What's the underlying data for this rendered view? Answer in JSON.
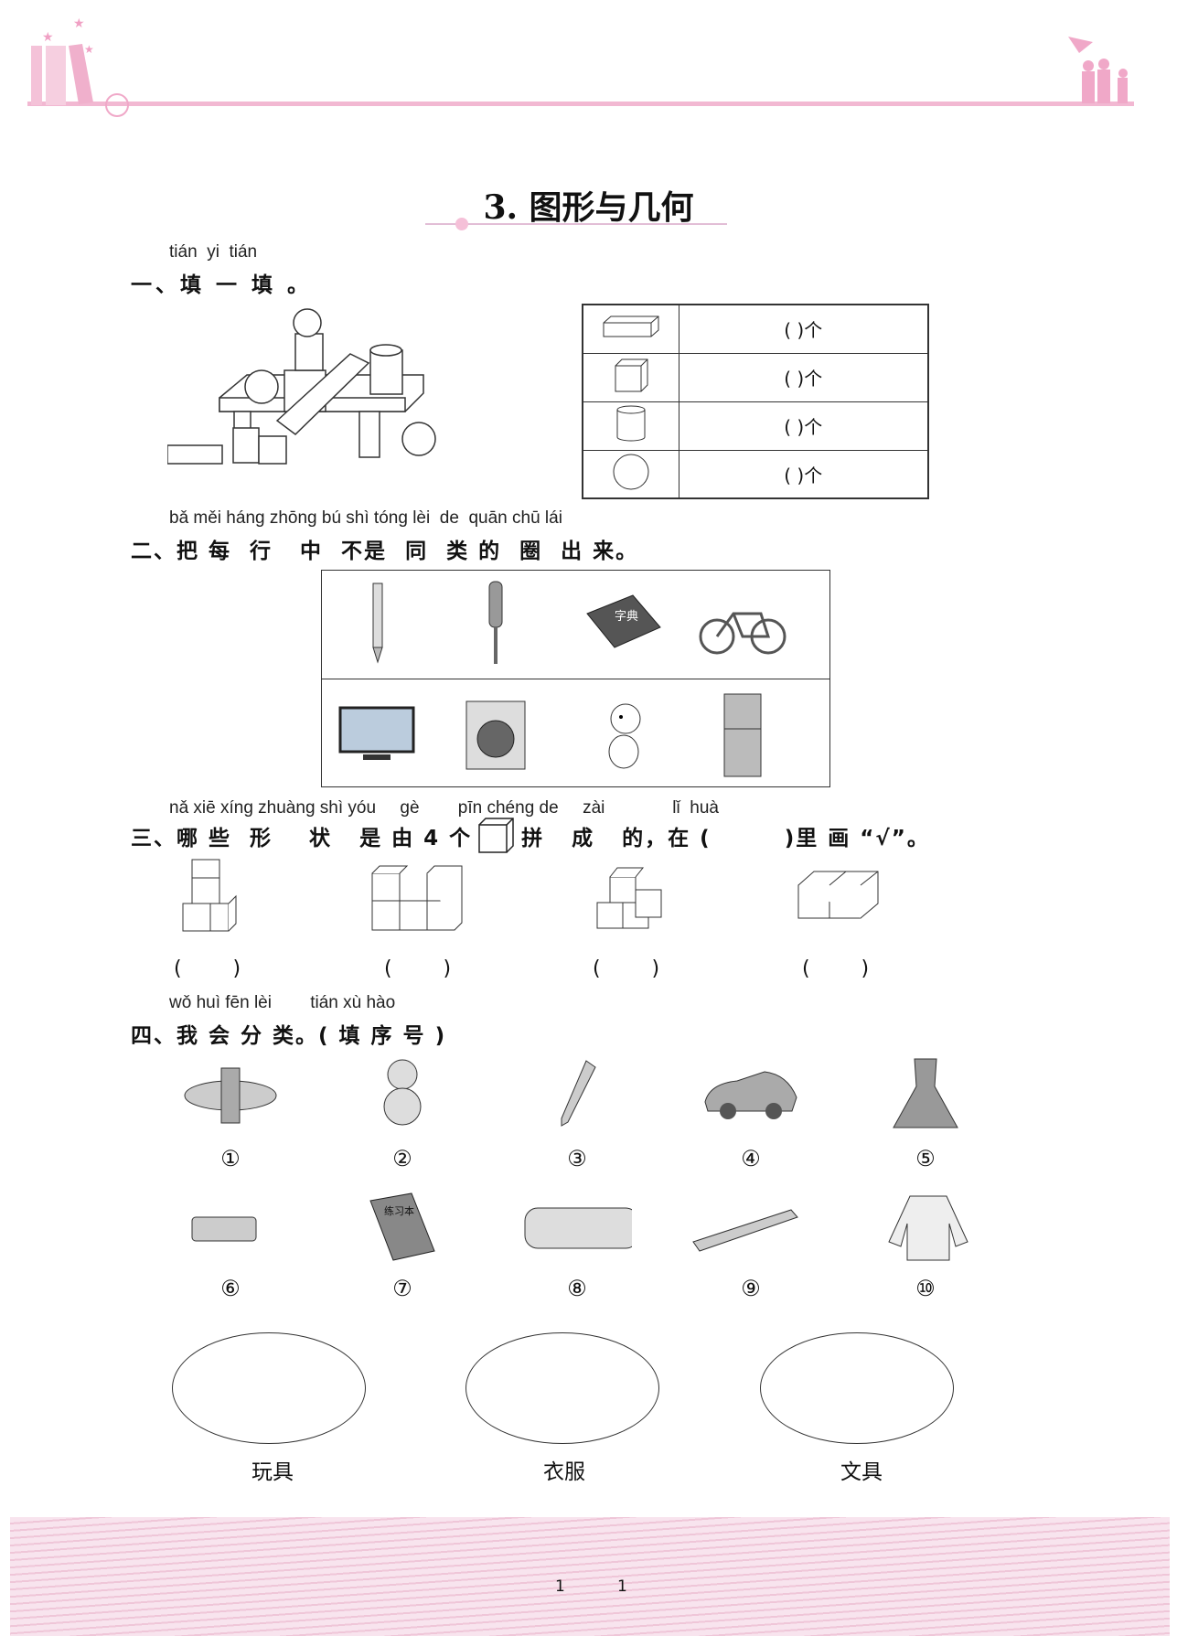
{
  "header": {
    "accent": "#f2b8d2"
  },
  "title": "3. 图形与几何",
  "section1": {
    "pinyin": "tián  yi  tián",
    "heading": "一、填 一 填 。",
    "rows": [
      {
        "shape": "cuboid-icon",
        "answer": "(        )个"
      },
      {
        "shape": "cube-icon",
        "answer": "(        )个"
      },
      {
        "shape": "cylinder-icon",
        "answer": "(        )个"
      },
      {
        "shape": "sphere-icon",
        "answer": "(        )个"
      }
    ]
  },
  "section2": {
    "pinyin": "bǎ měi háng zhōng bú shì tóng lèi  de  quān chū lái",
    "heading": "二、把 每  行   中  不是  同  类 的  圈  出 来。",
    "row1": [
      "pencil",
      "screwdriver",
      "dictionary",
      "bicycle"
    ],
    "row1_book_text": "字典",
    "row2": [
      "television",
      "washing-machine",
      "puppy",
      "refrigerator"
    ]
  },
  "section3": {
    "pinyin": "nǎ xiē xíng zhuàng shì yóu     gè        pīn chéng de     zài              lǐ  huà",
    "heading_a": "三、哪 些  形    状   是 由 4 个",
    "heading_b": "拼   成   的，在 (        )里 画 “√”。",
    "answers": [
      "(        )",
      "(        )",
      "(        )",
      "(        )"
    ]
  },
  "section4": {
    "pinyin": "wǒ huì fēn lèi        tián xù hào",
    "heading": "四、我 会 分 类。( 填 序 号 )",
    "items": [
      {
        "num": "①",
        "name": "airplane-toy"
      },
      {
        "num": "②",
        "name": "teddy-bear"
      },
      {
        "num": "③",
        "name": "pencil"
      },
      {
        "num": "④",
        "name": "toy-car"
      },
      {
        "num": "⑤",
        "name": "dress"
      },
      {
        "num": "⑥",
        "name": "eraser"
      },
      {
        "num": "⑦",
        "name": "exercise-book"
      },
      {
        "num": "⑧",
        "name": "pencil-case"
      },
      {
        "num": "⑨",
        "name": "ruler"
      },
      {
        "num": "⑩",
        "name": "jacket"
      }
    ],
    "book_text": "练习本",
    "categories": [
      "玩具",
      "衣服",
      "文具"
    ]
  },
  "footer": {
    "page_left": "1",
    "page_right": "1"
  }
}
